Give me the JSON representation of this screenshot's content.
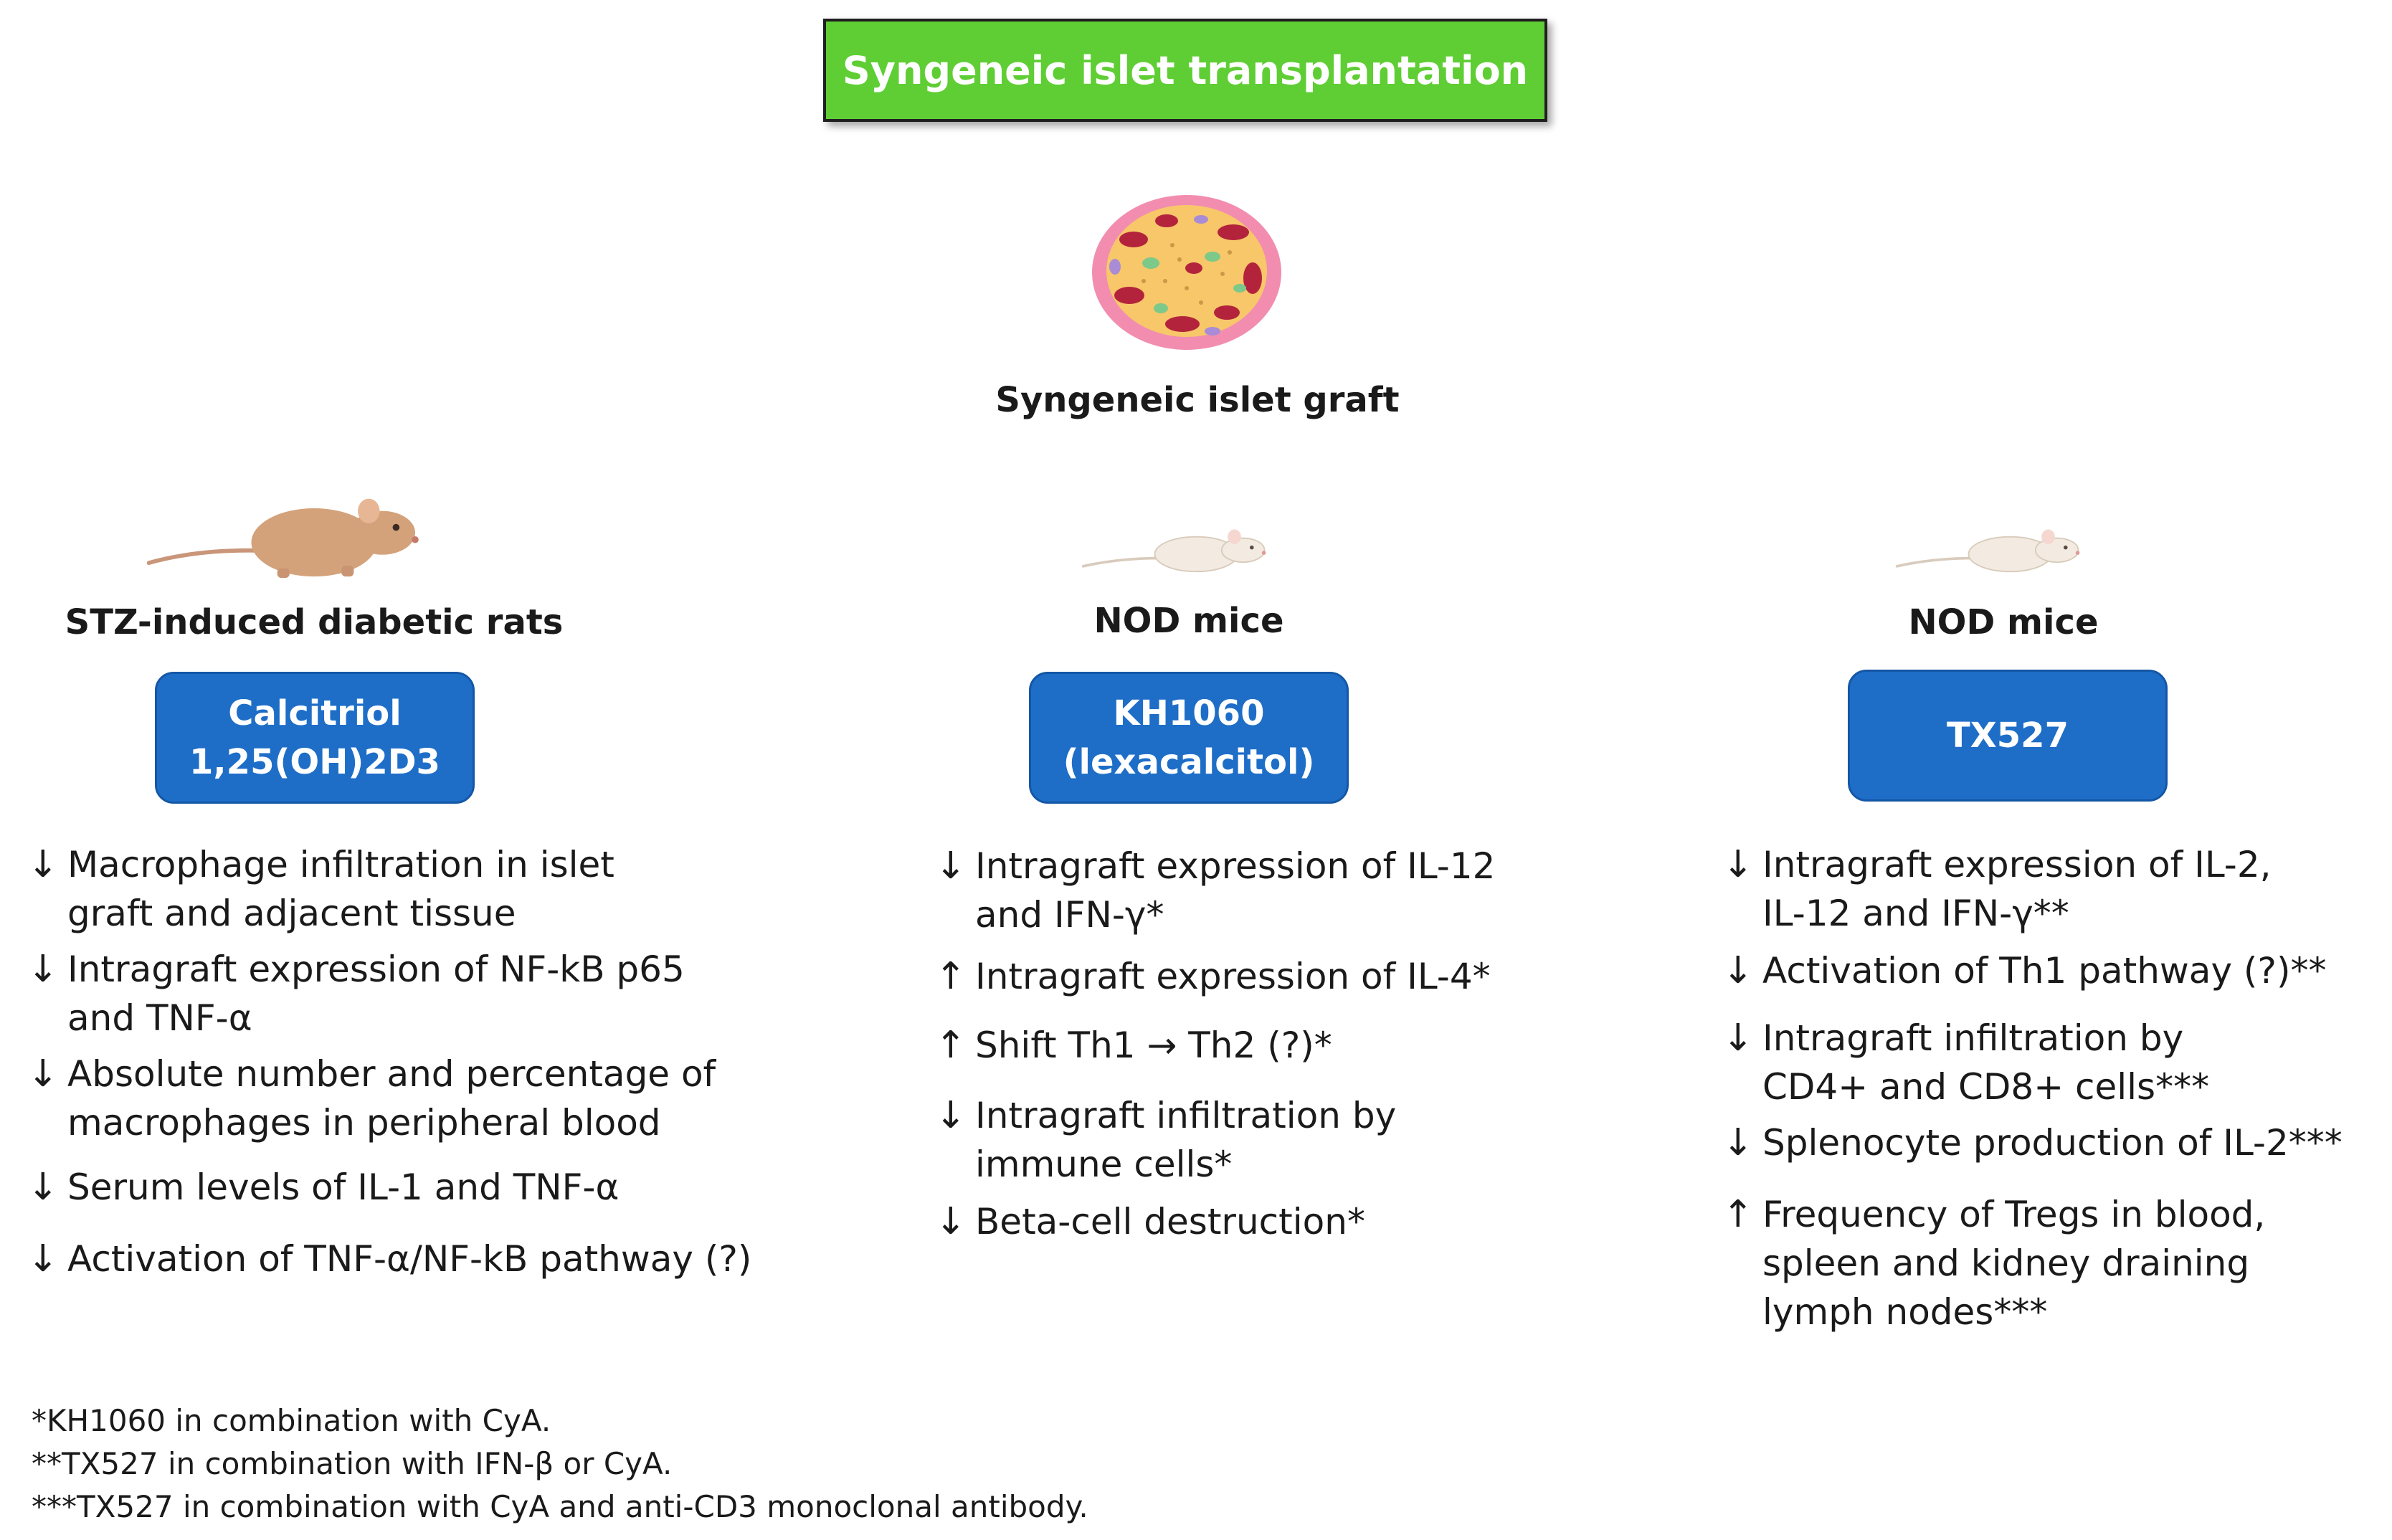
{
  "title": "Syngeneic islet transplantation",
  "graft": {
    "label": "Syngeneic islet graft",
    "icon": "islet-illustration"
  },
  "colors": {
    "title_box": "#5fce34",
    "drug_box": "#1e6ec8",
    "rat": "#d4a27a",
    "mouse": "#f3ebe1"
  },
  "columns": [
    {
      "model": "STZ-induced diabetic rats",
      "animal_icon": "rat-icon",
      "drug": [
        "Calcitriol",
        "1,25(OH)2D3"
      ],
      "effects": [
        {
          "arrow": "↓",
          "lines": [
            "Macrophage infiltration in islet",
            "graft and adjacent tissue"
          ]
        },
        {
          "arrow": "↓",
          "lines": [
            "Intragraft expression of NF-kB p65",
            "and TNF-α"
          ]
        },
        {
          "arrow": "↓",
          "lines": [
            "Absolute number and percentage of",
            "macrophages in peripheral blood"
          ]
        },
        {
          "arrow": "↓",
          "lines": [
            "Serum levels of IL-1 and TNF-α"
          ]
        },
        {
          "arrow": "↓",
          "lines": [
            "Activation of TNF-α/NF-kB pathway (?)"
          ]
        }
      ]
    },
    {
      "model": "NOD mice",
      "animal_icon": "mouse-icon",
      "drug": [
        "KH1060",
        "(lexacalcitol)"
      ],
      "effects": [
        {
          "arrow": "↓",
          "lines": [
            "Intragraft expression of IL-12",
            "and IFN-γ*"
          ]
        },
        {
          "arrow": "↑",
          "lines": [
            "Intragraft expression of IL-4*"
          ]
        },
        {
          "arrow": "↑",
          "lines": [
            "Shift Th1 → Th2 (?)*"
          ]
        },
        {
          "arrow": "↓",
          "lines": [
            "Intragraft infiltration by",
            "immune cells*"
          ]
        },
        {
          "arrow": "↓",
          "lines": [
            "Beta-cell destruction*"
          ]
        }
      ]
    },
    {
      "model": "NOD mice",
      "animal_icon": "mouse-icon",
      "drug": [
        "TX527"
      ],
      "effects": [
        {
          "arrow": "↓",
          "lines": [
            "Intragraft expression of IL-2,",
            "IL-12 and IFN-γ**"
          ]
        },
        {
          "arrow": "↓",
          "lines": [
            "Activation of Th1 pathway (?)**"
          ]
        },
        {
          "arrow": "↓",
          "lines": [
            "Intragraft infiltration by",
            "CD4+ and CD8+ cells***"
          ]
        },
        {
          "arrow": "↓",
          "lines": [
            "Splenocyte production of IL-2***"
          ]
        },
        {
          "arrow": "↑",
          "lines": [
            "Frequency of Tregs in blood,",
            "spleen and kidney draining",
            "lymph nodes***"
          ]
        }
      ]
    }
  ],
  "footnotes": [
    "*KH1060 in combination with CyA.",
    "**TX527 in combination with IFN-β or CyA.",
    "***TX527 in combination with CyA and anti-CD3 monoclonal antibody."
  ]
}
